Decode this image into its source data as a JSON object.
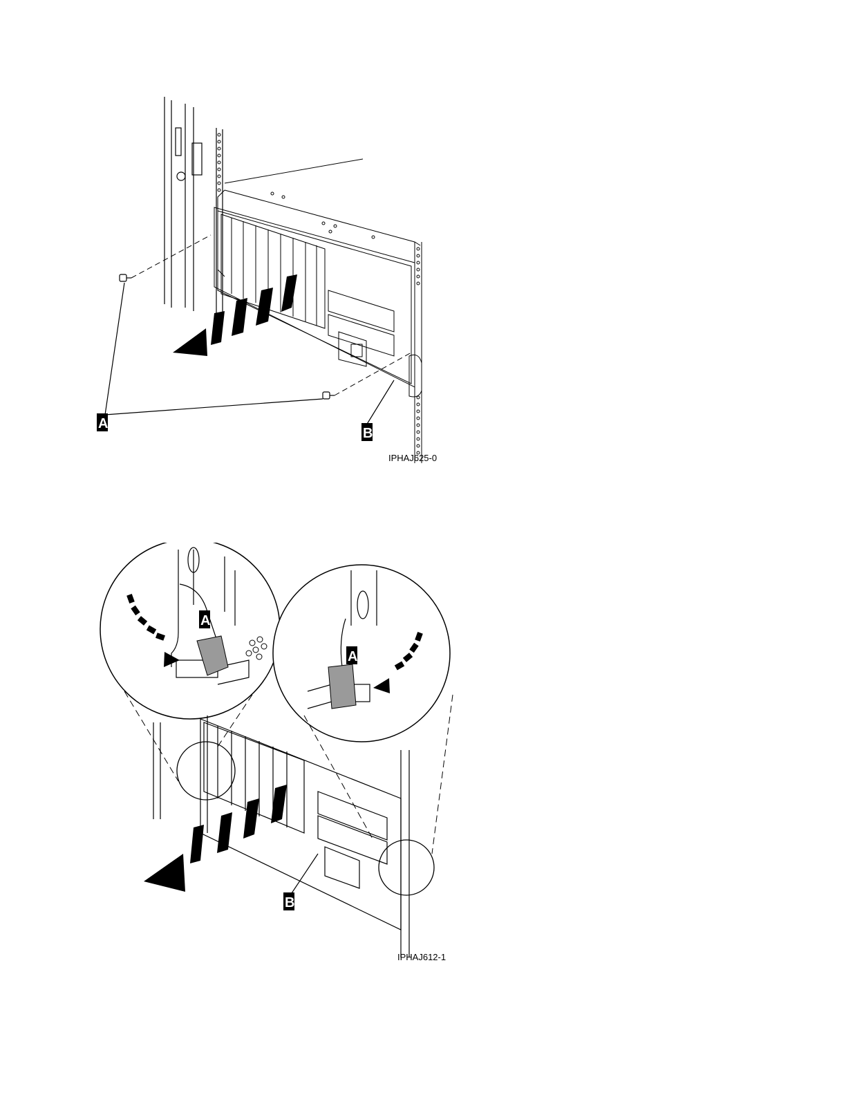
{
  "figures": [
    {
      "id": "IPHAJ625-0",
      "callouts": [
        "A",
        "A",
        "B"
      ]
    },
    {
      "id": "IPHAJ612-1",
      "callouts": [
        "A",
        "A",
        "B"
      ]
    }
  ],
  "colors": {
    "line": "#000000",
    "latch": "#9a9a9a",
    "arrow": "#000000",
    "callout_bg": "#000000"
  }
}
